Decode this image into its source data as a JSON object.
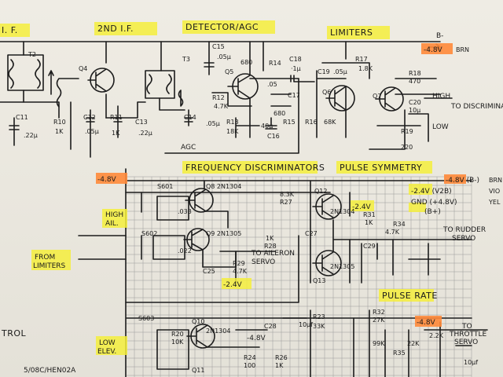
{
  "headings": {
    "if1": "I. F.",
    "if2": "2ND I.F.",
    "detector_agc": "DETECTOR/AGC",
    "limiters": "LIMITERS",
    "freq_disc": "FREQUENCY DISCRIMINATORS",
    "pulse_sym": "PULSE SYMMETRY",
    "pulse_rate": "PULSE RATE"
  },
  "side_labels": {
    "high_ail": [
      "HIGH",
      "AIL."
    ],
    "from_limiters": [
      "FROM",
      "LIMITERS"
    ],
    "low_elev": [
      "LOW",
      "ELEV."
    ],
    "trol": "TROL",
    "agc": "AGC",
    "to_discriminators": "TO DISCRIMINATORS",
    "high": "HIGH",
    "low": "LOW",
    "to_rudder_servo": [
      "TO RUDDER",
      "SERVO"
    ],
    "to_aileron_servo": [
      "TO AILERON",
      "SERVO"
    ],
    "to_throttle_servo": [
      "TO",
      "THROTTLE",
      "SERVO"
    ],
    "bottom_scribble": "5/08C/HEN02A"
  },
  "supply": {
    "b_minus": "B-",
    "b_minus_volt": "-4.8V",
    "brn_top": "BRN",
    "rail_1": "-4.8V (B-)",
    "rail_1_color": "BRN",
    "rail_2": "-2.4V (V2B)",
    "rail_2_color": "VIO",
    "rail_3": "GND (+4.8V)",
    "rail_3_note": "(B+)",
    "rail_3_color": "YEL",
    "fd_volt": "-4.8V",
    "pr_volt": "-4.8V",
    "ps_volt": "-2.4V",
    "ail_volt": "-2.4V",
    "q10_volt": "-4.8V"
  },
  "components": {
    "t2": "T2",
    "t3": "T3",
    "q4": "Q4",
    "q5": "Q5",
    "q6": "Q6",
    "q7": "Q7",
    "q8": "Q8 2N1304",
    "q9": "Q9 2N1305",
    "q10": "Q10",
    "q10_type": "2N1304",
    "q11": "Q11",
    "q12": "Q12",
    "q12_type": "2N1304",
    "q13": "Q13",
    "q13_type": "2N1305",
    "c11": "C11",
    "c11_val": ".22μ",
    "c12": "C12",
    "c12_val": ".05μ",
    "c13": "C13",
    "c13_val": ".22μ",
    "c14": "C14",
    "c14_val": ".05μ",
    "c15": "C15",
    "c15_val": ".05μ",
    "c16": "C16",
    "c16_val": "40μ",
    "c17": "C17",
    "c17_val": ".05",
    "c18": "C18",
    "c18_val": "·1μ",
    "c19": "C19",
    "c19_val": ".05μ",
    "c20": "C20",
    "c20_val": "10μ",
    "r10": "R10",
    "r10_val": "1K",
    "r11": "R11",
    "r11_val": "1K",
    "r12": "R12",
    "r12_val": "4.7K",
    "r13": "R13",
    "r13_val": "18K",
    "r14": "R14",
    "r14_val": "680",
    "r15": "R15",
    "r15_val": "680",
    "r16": "R16",
    "r16_val": "68K",
    "r17": "R17",
    "r17_val": "1.8K",
    "r18": "R18",
    "r18_val": "470",
    "r19": "R19",
    "r19_val": "220",
    "s601": "S601",
    "s602": "S602",
    "s603": "S603",
    "c22": ".033",
    "c23": ".022",
    "c25": "C25",
    "r27": "R27",
    "r27_val": "8.3K",
    "r28": "R28",
    "r28_val": "1K",
    "r29": "R29",
    "r29_val": "4.7K",
    "r31": "R31",
    "r31_val": "1K",
    "r34": "R34",
    "r34_val": "4.7K",
    "c27": "C27",
    "c29": "C29",
    "c28": "C28",
    "c28_val": "10μf",
    "r23": "R23",
    "r23_val": "33K",
    "r32": "R32",
    "r32_val": "27K",
    "r33": "99K",
    "r35": "R35",
    "r35_val": "22K",
    "r36": "2.2K",
    "r20": "R20",
    "r20_val": "10K",
    "r24": "R24",
    "r24_val": "100",
    "r26": "R26",
    "r26_val": "1K",
    "c10uf": "10μf"
  }
}
